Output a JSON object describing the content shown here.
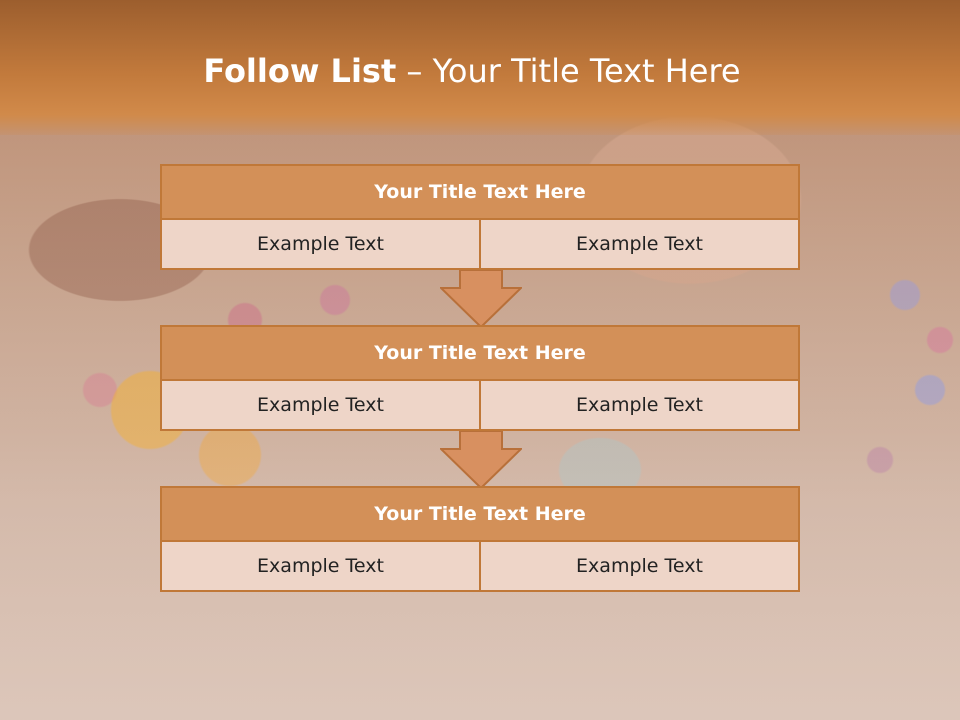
{
  "slide": {
    "title_bold": "Follow List",
    "title_rest": "– Your Title Text Here"
  },
  "blocks": [
    {
      "title": "Your Title Text Here",
      "left": "Example Text",
      "right": "Example Text"
    },
    {
      "title": "Your Title Text Here",
      "left": "Example Text",
      "right": "Example Text"
    },
    {
      "title": "Your Title Text Here",
      "left": "Example Text",
      "right": "Example Text"
    }
  ],
  "icons": {
    "connector": "down-arrow-icon"
  },
  "colors": {
    "header_band": "#c27a3c",
    "block_title_fill": "#d39058",
    "block_cell_fill": "#eed5c8",
    "border": "#c07838",
    "arrow_fill": "#d89060"
  }
}
